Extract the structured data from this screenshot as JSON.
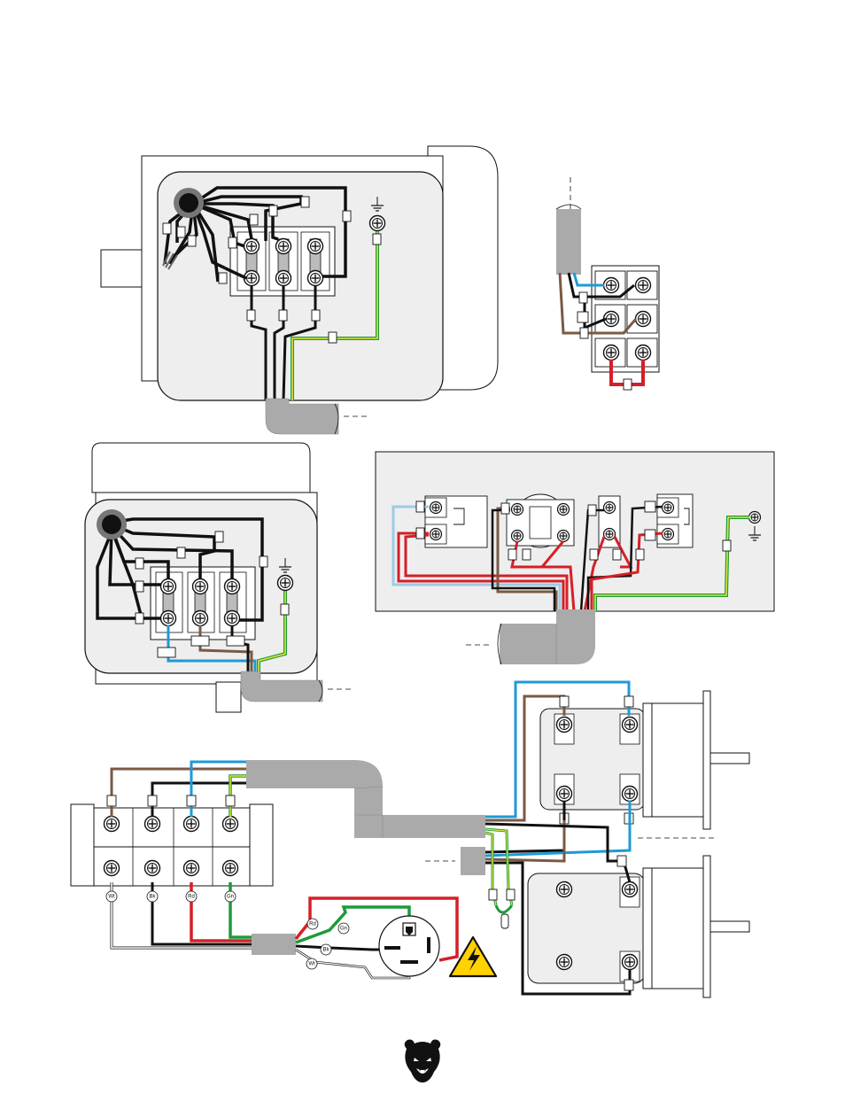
{
  "labels": {
    "wire_white": "Wt",
    "wire_black": "Bk",
    "wire_red": "Rd",
    "wire_green": "Gn"
  },
  "colors": {
    "black_wire": "#1a1a1a",
    "white_wire": "#ffffff",
    "blue_wire": "#1e9ad6",
    "brown_wire": "#7a5a44",
    "red_wire": "#d42027",
    "green_wire": "#1e9a3c",
    "ground_yellow": "#e7e23a",
    "light_blue_wire": "#9ccbe6",
    "panel_fill": "#efefef",
    "conduit": "#aaaaaa",
    "warning_yellow": "#ffd200"
  },
  "icons": {
    "warning": "electrical-hazard-triangle-icon",
    "logo": "bear-head-logo",
    "ground": "ground-symbol-icon",
    "screw": "terminal-screw-icon"
  }
}
